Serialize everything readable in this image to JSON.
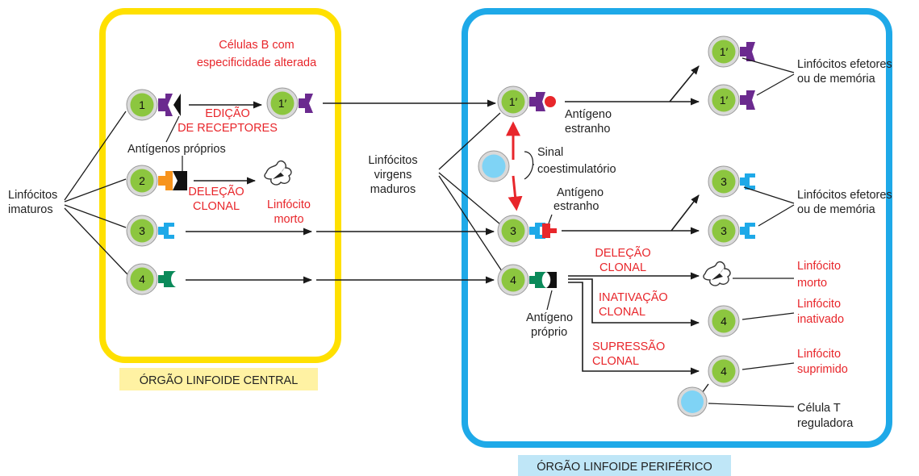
{
  "central_organ": {
    "title": "ÓRGÃO LINFOIDE CENTRAL",
    "title_bg": "#fff2a3",
    "border_color": "#ffe000"
  },
  "peripheral_organ": {
    "title": "ÓRGÃO LINFOIDE PERIFÉRICO",
    "title_bg": "#bfe6f7",
    "border_color": "#1ea9e8"
  },
  "colors": {
    "cell_fill": "#8cc63f",
    "cell_ring": "#bcbcbc",
    "label_red": "#e8262b",
    "receptor_purple": "#6b2a8f",
    "receptor_orange": "#f7941d",
    "receptor_cyan": "#1ea9e8",
    "receptor_green": "#0b8a5a",
    "treg_fill": "#7fd3f5"
  },
  "cell_numbers": {
    "c1": "1",
    "c1p": "1′",
    "c2": "2",
    "c3": "3",
    "c4": "4"
  },
  "labels": {
    "immature_line1": "Linfócitos",
    "immature_line2": "imaturos",
    "b_cells_line1": "Células B com",
    "b_cells_line2": "especificidade alterada",
    "receptor_edit_line1": "EDIÇÃO",
    "receptor_edit_line2": "DE RECEPTORES",
    "self_antigens": "Antígenos próprios",
    "clonal_deletion_line1": "DELEÇÃO",
    "clonal_deletion_line2": "CLONAL",
    "dead_line1": "Linfócito",
    "dead_line2": "morto",
    "naive_line1": "Linfócitos",
    "naive_line2": "virgens",
    "naive_line3": "maduros",
    "foreign_antigen_line1": "Antígeno",
    "foreign_antigen_line2": "estranho",
    "signal_line1": "Sinal",
    "signal_line2": "coestimulatório",
    "effector_line1": "Linfócitos efetores",
    "effector_line2": "ou de memória",
    "self_antigen_line1": "Antígeno",
    "self_antigen_line2": "próprio",
    "inactivation_line1": "INATIVAÇÃO",
    "inactivation_line2": "CLONAL",
    "suppression_line1": "SUPRESSÃO",
    "suppression_line2": "CLONAL",
    "inactivated_line1": "Linfócito",
    "inactivated_line2": "inativado",
    "suppressed_line1": "Linfócito",
    "suppressed_line2": "suprimido",
    "treg_line1": "Célula T",
    "treg_line2": "reguladora"
  }
}
